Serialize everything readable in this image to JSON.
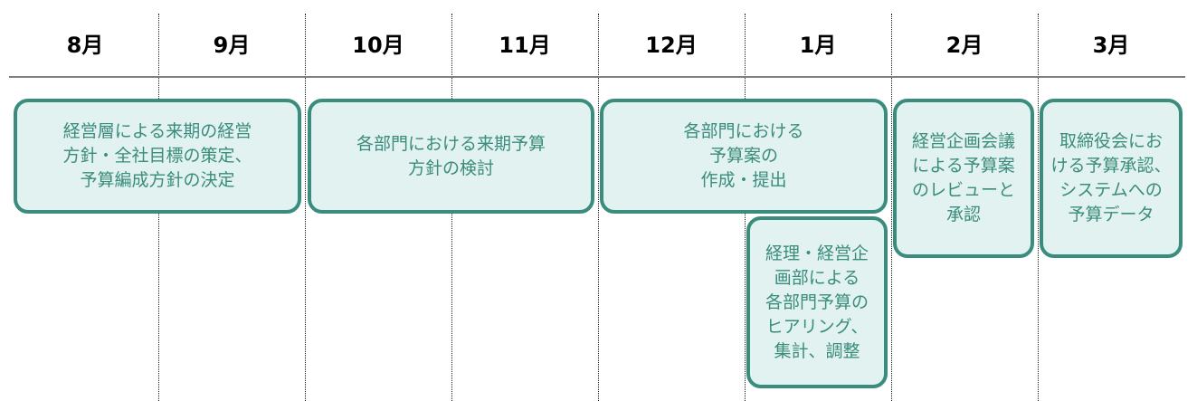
{
  "months": [
    "8月",
    "9月",
    "10月",
    "11月",
    "12月",
    "1月",
    "2月",
    "3月"
  ],
  "tasks": [
    {
      "text": "経営層による来期の経営\n方針・全社目標の策定、\n予算編成方針の決定"
    },
    {
      "text": "各部門における来期予算\n方針の検討"
    },
    {
      "text": "各部門における\n予算案の\n作成・提出"
    },
    {
      "text": "経理・経営企\n画部による\n各部門予算の\nヒアリング、\n集計、調整"
    },
    {
      "text": "経営企画会議\nによる予算案\nのレビューと\n承認"
    },
    {
      "text": "取締役会にお\nける予算承認、\nシステムへの\n予算データ"
    }
  ],
  "colors": {
    "border": "#3a8c7c",
    "fill": "#e1f2f0",
    "text": "#3a8c7c"
  }
}
